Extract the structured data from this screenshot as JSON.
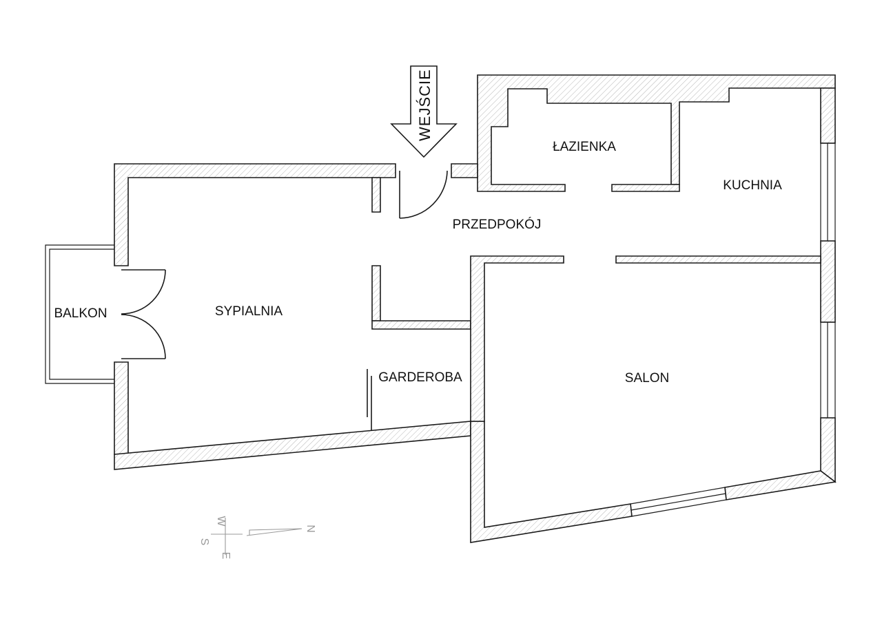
{
  "rooms": {
    "entrance": "WEJŚCIE",
    "bathroom": "ŁAZIENKA",
    "kitchen": "KUCHNIA",
    "hallway": "PRZEDPOKÓJ",
    "balcony": "BALKON",
    "bedroom": "SYPIALNIA",
    "wardrobe": "GARDEROBA",
    "living_room": "SALON"
  },
  "compass": {
    "north": "N",
    "south": "S",
    "east": "E",
    "west": "W"
  }
}
